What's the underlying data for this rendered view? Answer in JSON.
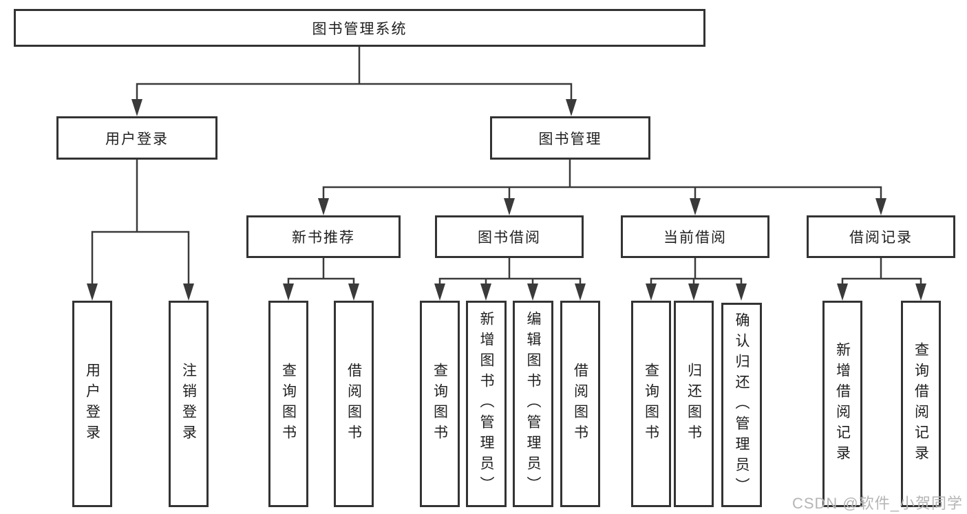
{
  "diagram_title": "图书管理系统",
  "tree": {
    "root": {
      "label": "图书管理系统",
      "children": [
        {
          "label": "用户登录",
          "children": [
            {
              "label": "用户登录"
            },
            {
              "label": "注销登录"
            }
          ]
        },
        {
          "label": "图书管理",
          "children": [
            {
              "label": "新书推荐",
              "children": [
                {
                  "label": "查询图书"
                },
                {
                  "label": "借阅图书"
                }
              ]
            },
            {
              "label": "图书借阅",
              "children": [
                {
                  "label": "查询图书"
                },
                {
                  "label": "新增图书（管理员）"
                },
                {
                  "label": "编辑图书（管理员）"
                },
                {
                  "label": "借阅图书"
                }
              ]
            },
            {
              "label": "当前借阅",
              "children": [
                {
                  "label": "查询图书"
                },
                {
                  "label": "归还图书"
                },
                {
                  "label": "确认归还（管理员）"
                }
              ]
            },
            {
              "label": "借阅记录",
              "children": [
                {
                  "label": "新增借阅记录"
                },
                {
                  "label": "查询借阅记录"
                }
              ]
            }
          ]
        }
      ]
    }
  },
  "watermark": {
    "text": "CSDN @软件_小贺同学"
  },
  "colors": {
    "line": "#3a3a3a",
    "box_border": "#333333",
    "text": "#1f1f1f",
    "background": "#ffffff",
    "watermark": "#b5b5b5"
  }
}
